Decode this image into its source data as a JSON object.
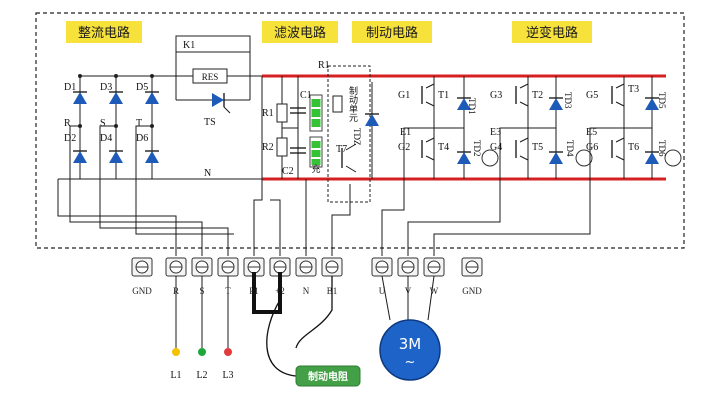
{
  "sections": {
    "rectifier": "整流电路",
    "filter": "滤波电路",
    "brake": "制动电路",
    "inverter": "逆变电路"
  },
  "colors": {
    "section_label_bg": "#f7e23c",
    "dc_bus": "#d42020",
    "diode": "#1e5bb8",
    "cap_indicator": "#35c235",
    "brake_resistor_bg": "#43a047",
    "motor": "#1e63c8",
    "phase_L1": "#f2c200",
    "phase_L2": "#1fa83a",
    "phase_L3": "#e23b3b"
  },
  "components": {
    "K1": "K1",
    "RES": "RES",
    "TS": "TS",
    "R1_top": "R1",
    "R1": "R1",
    "R2": "R2",
    "C1": "C1",
    "C2": "C2",
    "TDZ": "TDZ",
    "T7": "T7",
    "brake_unit": "制动单元",
    "charge": "充",
    "N_bus": "N",
    "rect_diodes": [
      "D1",
      "D3",
      "D5",
      "D2",
      "D4",
      "D6"
    ],
    "rect_nodes": [
      "R",
      "S",
      "T"
    ],
    "gates": [
      "G1",
      "G2",
      "G3",
      "G4",
      "G5",
      "G6"
    ],
    "emitters": [
      "E1",
      "E3",
      "E5"
    ],
    "igbts": [
      "T1",
      "T2",
      "T3",
      "T4",
      "T5",
      "T6"
    ],
    "free_diodes": [
      "TD1",
      "TD2",
      "TD3",
      "TD4",
      "TD5",
      "TD6"
    ]
  },
  "terminals": [
    "GND",
    "R",
    "S",
    "T",
    "P1",
    "+2",
    "N",
    "B1",
    "U",
    "V",
    "W",
    "GND"
  ],
  "supply_lines": [
    "L1",
    "L2",
    "L3"
  ],
  "brake_resistor": "制动电阻",
  "motor": {
    "line1": "3M",
    "line2": "~"
  }
}
